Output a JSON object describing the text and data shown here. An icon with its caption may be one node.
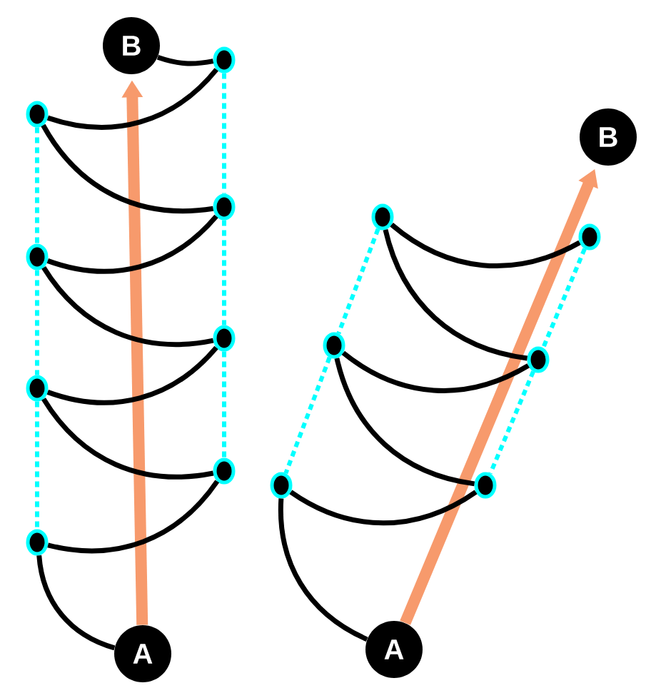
{
  "diagram": {
    "nodes": [
      {
        "text": [
          "B"
        ]
      },
      {
        "text": [],
        "shape": "circle"
      },
      {
        "text": [],
        "shape": "circle"
      },
      {
        "text": [],
        "shape": "circle"
      },
      {
        "text": [],
        "shape": "circle"
      },
      {
        "text": [],
        "shape": "circle"
      },
      {
        "text": [],
        "shape": "circle"
      },
      {
        "text": [],
        "shape": "circle"
      },
      {
        "text": [],
        "shape": "circle"
      },
      {
        "text": [
          "A"
        ]
      },
      {
        "text": [
          "B"
        ]
      },
      {
        "text": [],
        "shape": "circle"
      },
      {
        "text": [],
        "shape": "circle"
      },
      {
        "text": [],
        "shape": "circle"
      },
      {
        "text": [],
        "shape": "circle"
      },
      {
        "text": [],
        "shape": "circle"
      },
      {
        "text": [],
        "shape": "circle"
      },
      {
        "text": [
          "A"
        ]
      }
    ],
    "edges": [
      {
        "from": 0,
        "to": 1,
        "arrow": "none"
      },
      {
        "from": 2,
        "to": 1,
        "arrow": "none"
      },
      {
        "from": 2,
        "to": 3,
        "arrow": "none"
      },
      {
        "from": 4,
        "to": 3,
        "arrow": "none"
      },
      {
        "from": 4,
        "to": 5,
        "arrow": "none"
      },
      {
        "from": 6,
        "to": 5,
        "arrow": "none"
      },
      {
        "from": 6,
        "to": 7,
        "arrow": "none"
      },
      {
        "from": 8,
        "to": 7,
        "arrow": "none"
      },
      {
        "from": 8,
        "to": 9,
        "arrow": "none"
      },
      {
        "from": 2,
        "to": 4,
        "arrow": "none",
        "style": "dashed",
        "color": "#00ffff"
      },
      {
        "from": 4,
        "to": 6,
        "arrow": "none",
        "style": "dashed",
        "color": "#00ffff"
      },
      {
        "from": 6,
        "to": 8,
        "arrow": "none",
        "style": "dashed",
        "color": "#00ffff"
      },
      {
        "from": 1,
        "to": 3,
        "arrow": "none",
        "style": "dashed",
        "color": "#00ffff"
      },
      {
        "from": 3,
        "to": 5,
        "arrow": "none",
        "style": "dashed",
        "color": "#00ffff"
      },
      {
        "from": 5,
        "to": 7,
        "arrow": "none",
        "style": "dashed",
        "color": "#00ffff"
      },
      {
        "from": 9,
        "to": 0,
        "arrow": "to",
        "style": "thick",
        "color": "#f79a6c"
      },
      {
        "from": 11,
        "to": 12,
        "arrow": "none"
      },
      {
        "from": 11,
        "to": 14,
        "arrow": "none"
      },
      {
        "from": 13,
        "to": 14,
        "arrow": "none"
      },
      {
        "from": 13,
        "to": 16,
        "arrow": "none"
      },
      {
        "from": 15,
        "to": 16,
        "arrow": "none"
      },
      {
        "from": 15,
        "to": 17,
        "arrow": "none"
      },
      {
        "from": 11,
        "to": 13,
        "arrow": "none",
        "style": "dashed",
        "color": "#00ffff"
      },
      {
        "from": 13,
        "to": 15,
        "arrow": "none",
        "style": "dashed",
        "color": "#00ffff"
      },
      {
        "from": 12,
        "to": 14,
        "arrow": "none",
        "style": "dashed",
        "color": "#00ffff"
      },
      {
        "from": 14,
        "to": 16,
        "arrow": "none",
        "style": "dashed",
        "color": "#00ffff"
      },
      {
        "from": 17,
        "to": 10,
        "arrow": "to",
        "style": "thick",
        "color": "#f79a6c"
      }
    ]
  }
}
